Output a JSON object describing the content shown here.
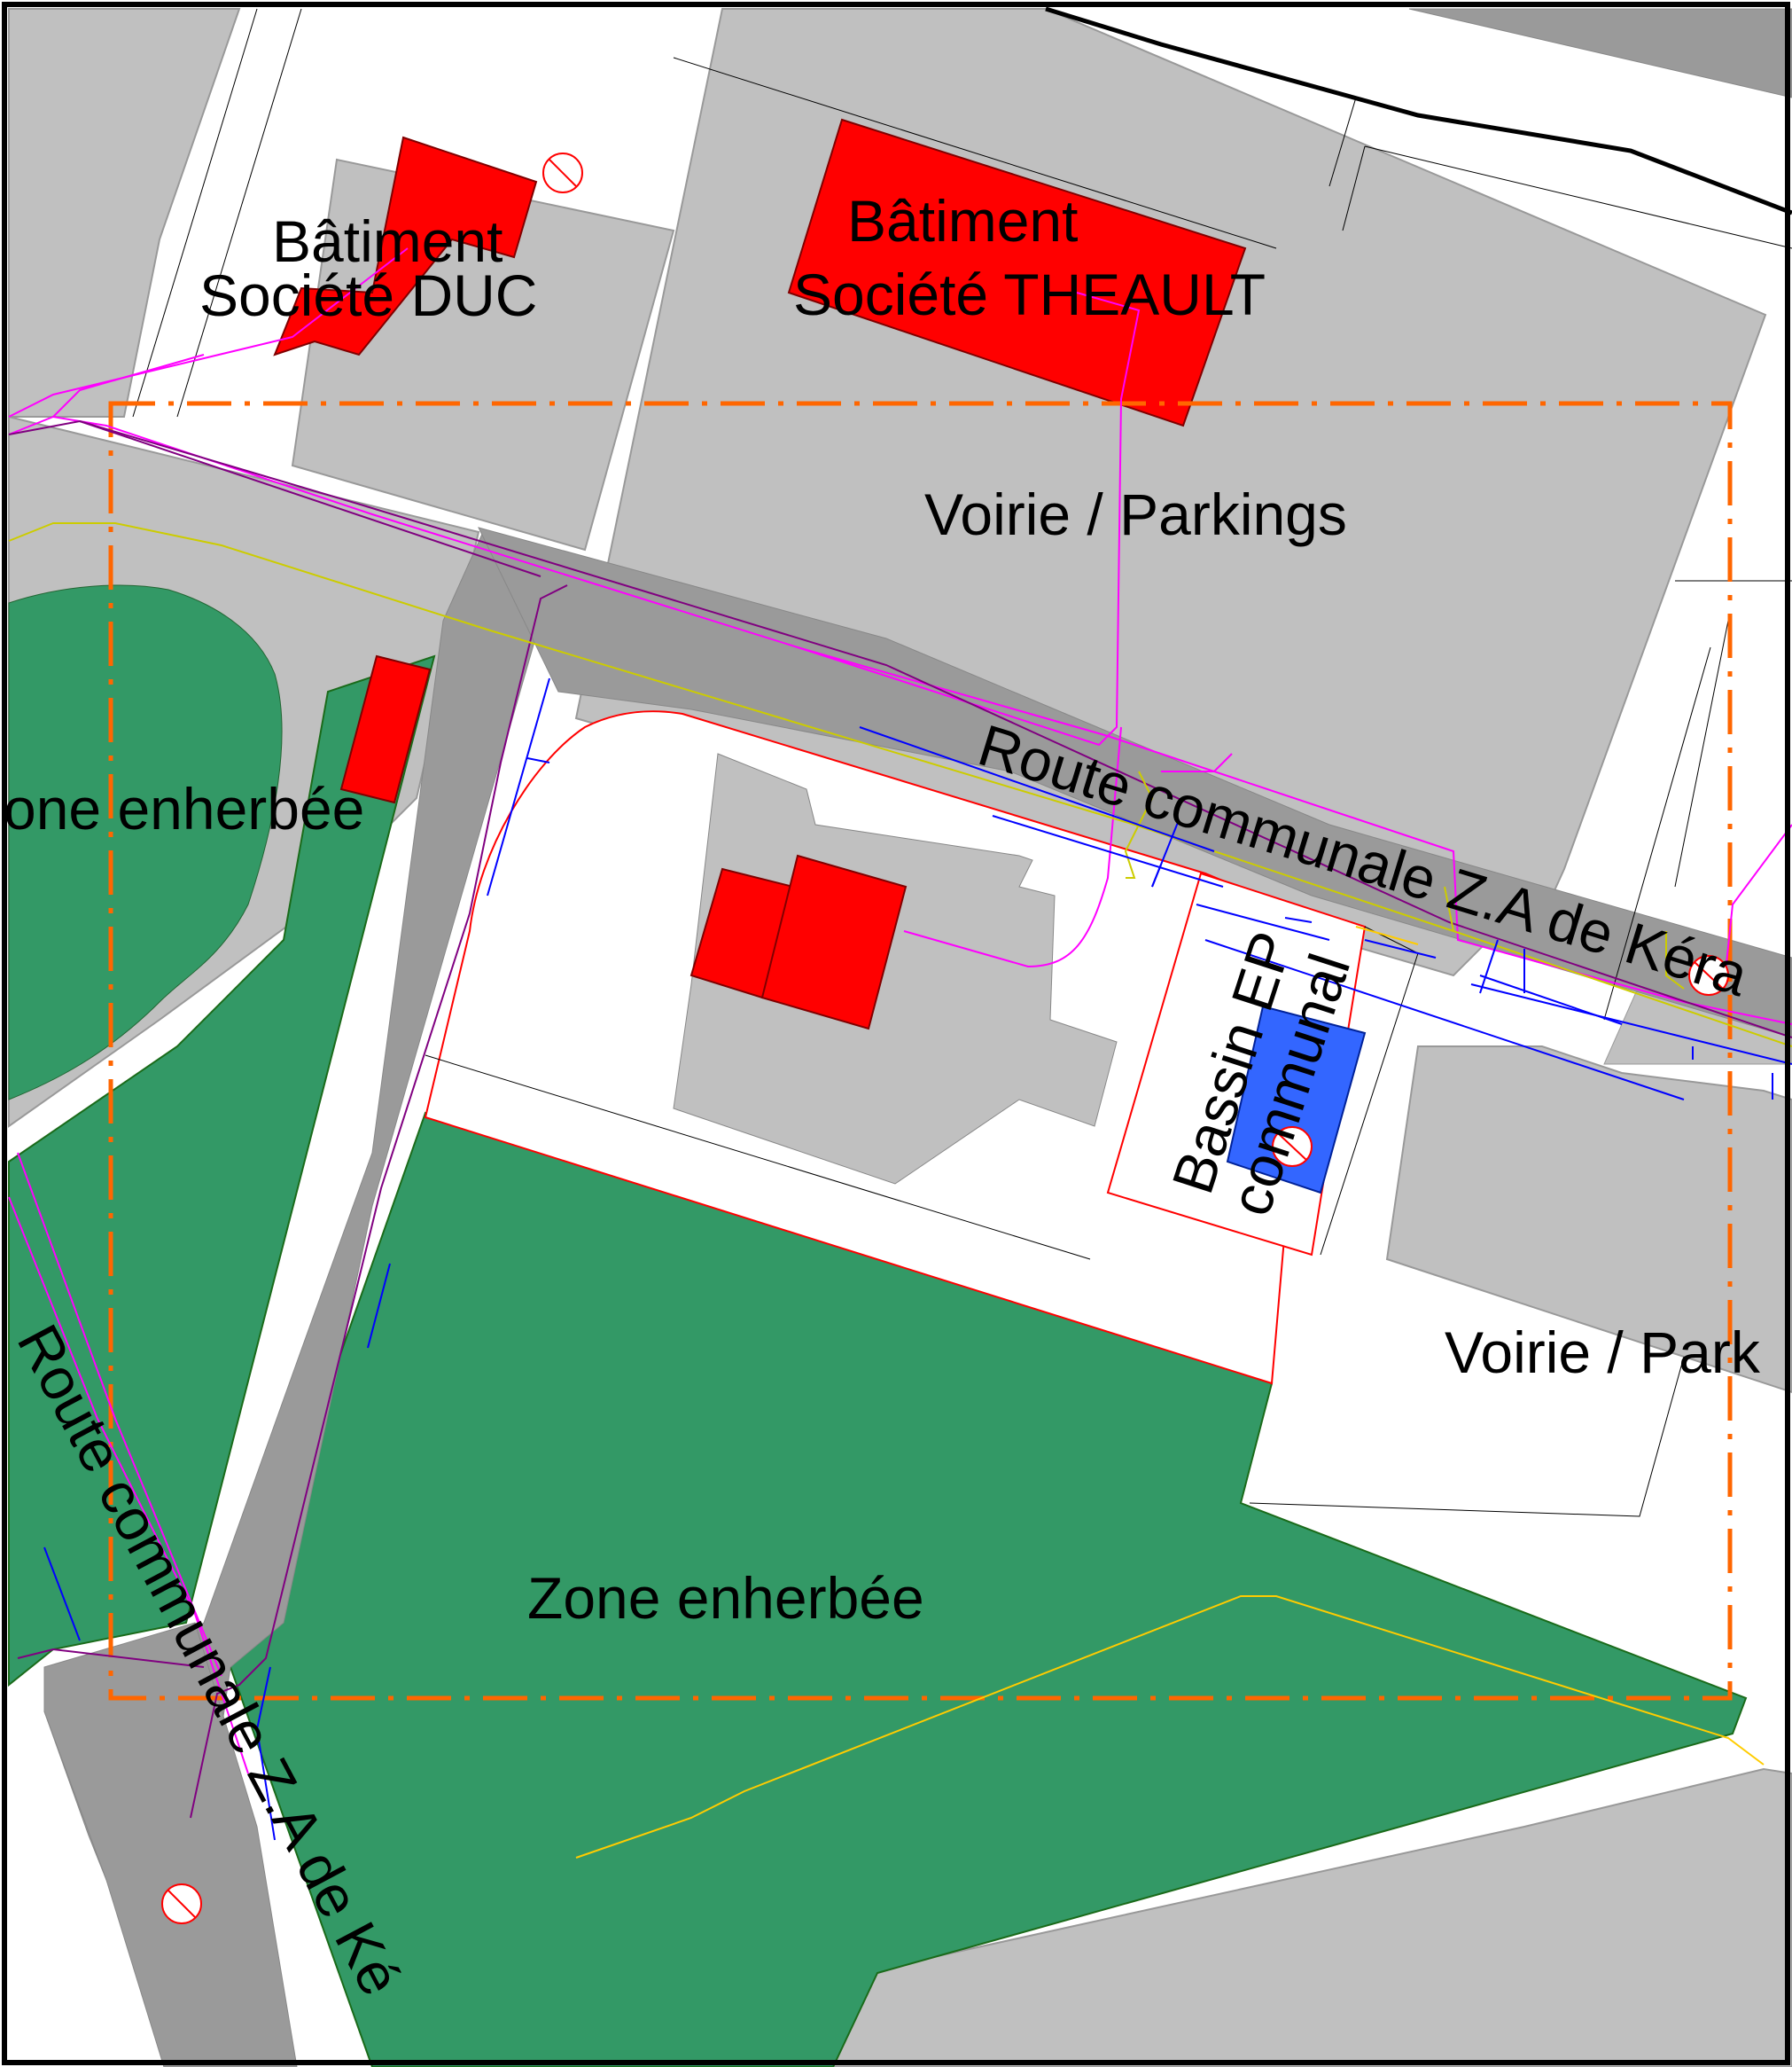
{
  "colors": {
    "building": "#ff0000",
    "grass": "#339966",
    "paved": "#c0c0c0",
    "road": "#9a9a9a",
    "basin": "#3366ff",
    "perimeter": "#ff6600",
    "water_line": "#ff00ff",
    "sewer_line": "#0000ff",
    "gas_line": "#800080",
    "power_line": "#ffcc00",
    "hydrant": "#ff0000"
  },
  "labels": {
    "building_duc_line1": "Bâtiment",
    "building_duc_line2": "Société DUC",
    "building_theault_line1": "Bâtiment",
    "building_theault_line2": "Société THEAULT",
    "parking_north": "Voirie / Parkings",
    "parking_east": "Voirie / Park",
    "grass_west": "one enherbée",
    "grass_south": "Zone enherbée",
    "road_main": "Route communale Z.A de Kéra",
    "road_west": "Route communale Z.A de Ké",
    "basin_line1": "Bassin EP",
    "basin_line2": "communal"
  },
  "legend_icons": {
    "hydrant": "hydrant-icon"
  }
}
